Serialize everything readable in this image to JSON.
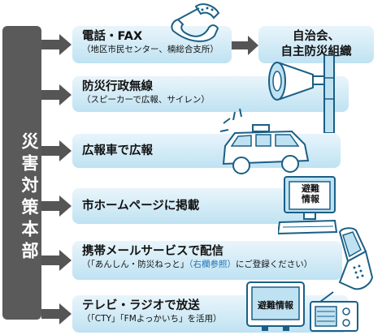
{
  "headquarters": "災害対策本部",
  "channels": [
    {
      "title": "電話・FAX",
      "sub": "（地区市民センター、楠総合支所）"
    },
    {
      "title": "防災行政無線",
      "sub": "（スピーカーで広報、サイレン）"
    },
    {
      "title": "広報車で広報"
    },
    {
      "title": "市ホームページに掲載"
    },
    {
      "title": "携帯メールサービスで配信",
      "sub_pre": "（「あんしん・防災ねっと」",
      "sub_hl": "（右欄参照）",
      "sub_post": "にご登録ください）"
    },
    {
      "title": "テレビ・ラジオで放送",
      "sub": "（「CTY」「FMよっかいち」を活用）"
    }
  ],
  "association": {
    "line1": "自治会、",
    "line2": "自主防災組織"
  },
  "illustrations": {
    "monitor_text_1": "避難",
    "monitor_text_2": "情報",
    "tv_text": "避難情報"
  },
  "colors": {
    "box": "#bfe2f2",
    "hq": "#5a5a5a",
    "arrow": "#555555",
    "highlight": "#1d72b8"
  }
}
